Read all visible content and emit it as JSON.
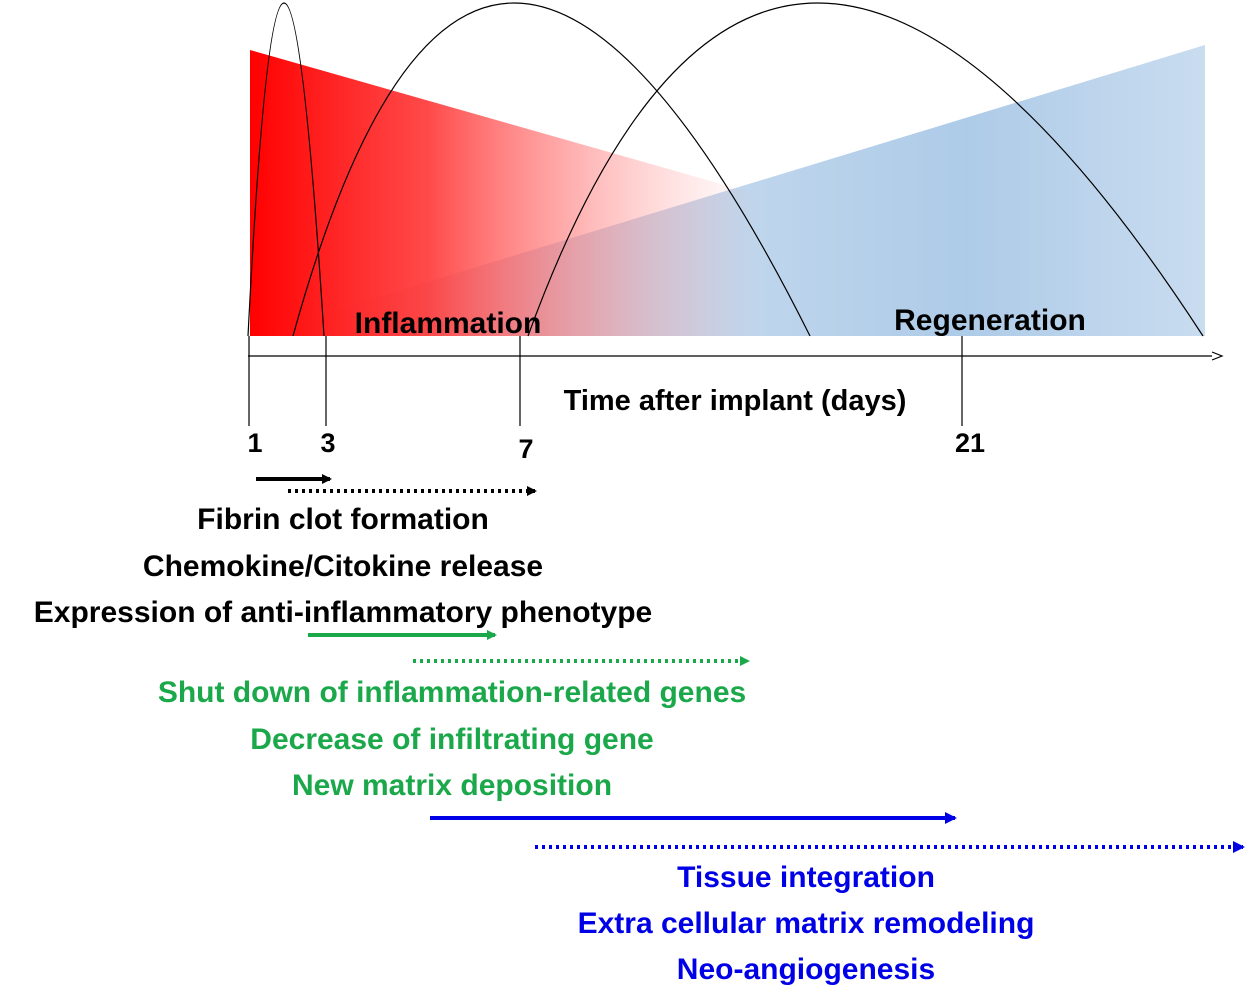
{
  "phases": {
    "inflammation": "Inflammation",
    "regeneration": "Regeneration"
  },
  "axis": {
    "label": "Time after implant (days)",
    "ticks": [
      "1",
      "3",
      "7",
      "21"
    ]
  },
  "groups": {
    "early": {
      "color": "#000000",
      "lines": [
        "Fibrin clot formation",
        "Chemokine/Citokine release",
        "Expression of anti-inflammatory phenotype"
      ]
    },
    "intermediate": {
      "color": "#1aa84a",
      "lines": [
        "Shut down of inflammation-related genes",
        "Decrease of infiltrating gene",
        "New matrix deposition"
      ]
    },
    "late": {
      "color": "#0000e6",
      "lines": [
        "Tissue integration",
        "Extra cellular matrix remodeling",
        "Neo-angiogenesis"
      ]
    }
  },
  "colors": {
    "inflammation": "#ff0000",
    "regeneration": "#a9c8e6"
  }
}
